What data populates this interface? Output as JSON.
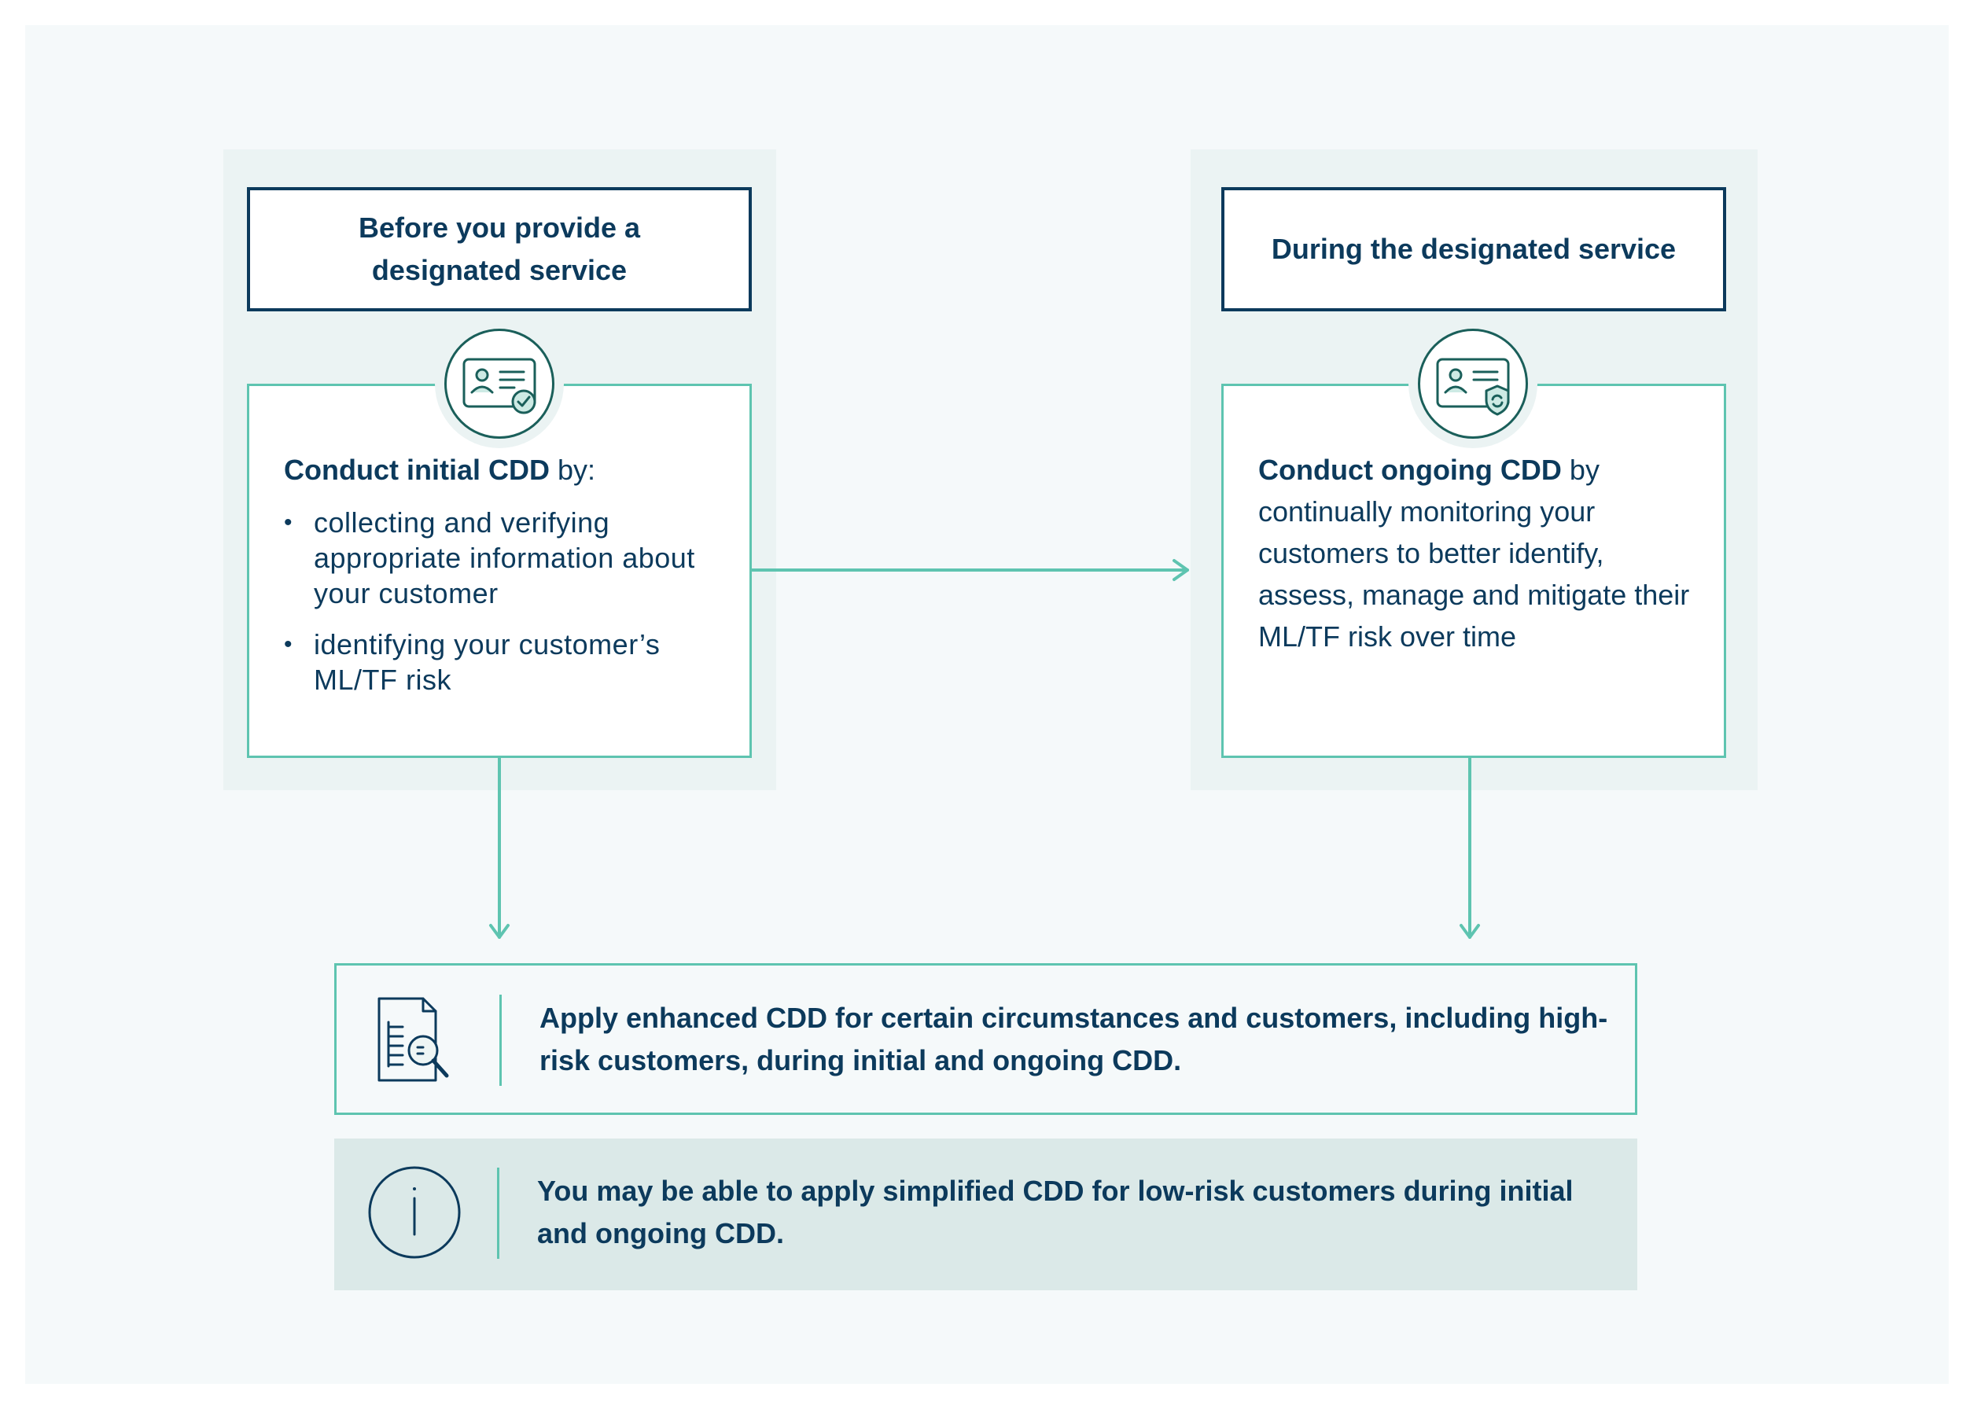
{
  "before": {
    "heading": "Before you provide a designated service",
    "intro_strong": "Conduct initial CDD",
    "intro_rest": " by:",
    "bullets": [
      "collecting and verifying appropriate information about your customer",
      "identifying your customer’s ML/TF risk"
    ],
    "icon": "id-card-check-icon"
  },
  "during": {
    "heading": "During the designated service",
    "intro_strong": "Conduct ongoing CDD",
    "intro_rest": " by continually monitoring your customers to better identify, assess, manage and mitigate their ML/TF risk over time",
    "icon": "id-card-shield-refresh-icon"
  },
  "enhanced": {
    "text": "Apply enhanced CDD for certain circumstances and customers, including high-risk customers, during initial and ongoing CDD.",
    "icon": "document-magnifier-icon"
  },
  "simplified": {
    "text": "You may be able to apply simplified CDD for low-risk customers during initial and ongoing CDD.",
    "icon": "info-icon"
  },
  "colors": {
    "navy": "#0c3a5c",
    "teal": "#5ec4b0",
    "dark_teal": "#1a5f5a",
    "panel": "#ebf3f3",
    "background": "#f5f9fa",
    "info_band": "#dbe9e8"
  }
}
